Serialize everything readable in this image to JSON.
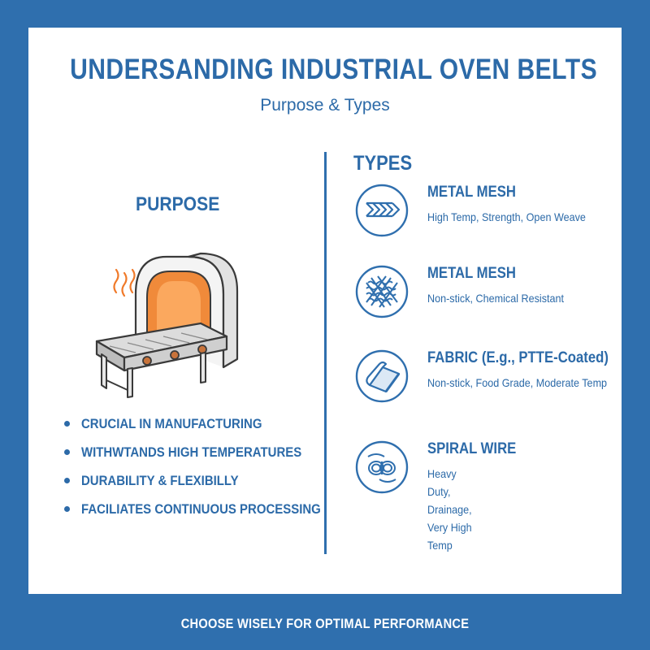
{
  "header": {
    "title": "UNDERSANDING INDUSTRIAL OVEN BELTS",
    "subtitle": "Purpose & Types"
  },
  "purpose": {
    "heading": "PURPOSE",
    "illustration_icon": "conveyor-oven-icon",
    "bullets": [
      "CRUCIAL IN MANUFACTURING",
      "WITHWTANDS HIGH TEMPERATURES",
      "DURABILITY & FLEXIBILLY",
      "FACILIATES CONTINUOUS PROCESSING"
    ]
  },
  "types": {
    "heading": "TYPES",
    "items": [
      {
        "name": "METAL MESH",
        "description": "High Temp, Strength, Open Weave",
        "icon": "chevron-mesh-icon"
      },
      {
        "name": "METAL MESH",
        "description": "Non-stick, Chemical Resistant",
        "icon": "woven-mesh-icon"
      },
      {
        "name": "FABRIC (E.g., PTTE-Coated)",
        "description": "Non-stick, Food Grade, Moderate Temp",
        "icon": "fabric-belt-icon"
      },
      {
        "name": "SPIRAL WIRE",
        "description": "Heavy Duty, Drainage,\nVery High Temp",
        "icon": "spiral-wire-icon"
      }
    ]
  },
  "footer": {
    "tagline": "CHOOSE WISELY FOR OPTIMAL PERFORMANCE"
  },
  "colors": {
    "brand_blue": "#2f6fae",
    "text_blue": "#2c6aa8",
    "heat_orange": "#f07a2a",
    "panel": "#ffffff"
  }
}
